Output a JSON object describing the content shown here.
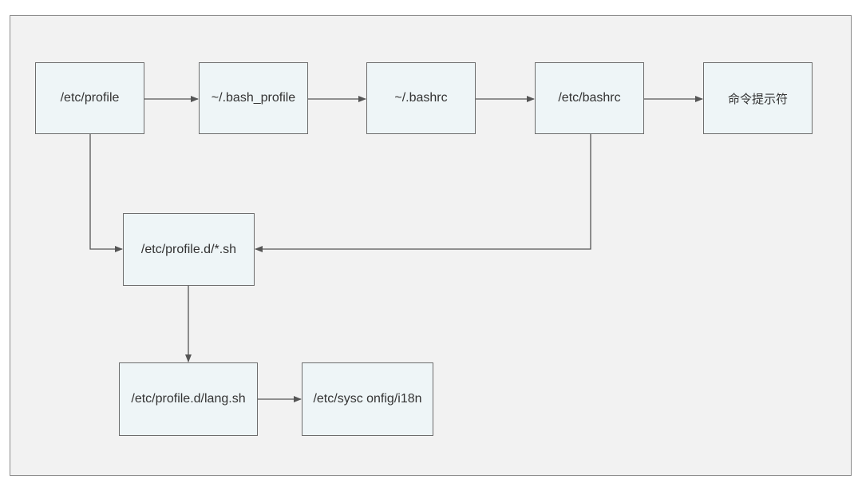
{
  "diagram": {
    "nodes": {
      "etc_profile": "/etc/profile",
      "bash_profile": "~/.bash_profile",
      "user_bashrc": "~/.bashrc",
      "etc_bashrc": "/etc/bashrc",
      "prompt": "命令提示符",
      "profile_d": "/etc/profile.d/*.sh",
      "lang_sh": "/etc/profile.d/lang.sh",
      "i18n": "/etc/sysc onfig/i18n"
    },
    "edges": [
      {
        "from": "etc_profile",
        "to": "bash_profile"
      },
      {
        "from": "bash_profile",
        "to": "user_bashrc"
      },
      {
        "from": "user_bashrc",
        "to": "etc_bashrc"
      },
      {
        "from": "etc_bashrc",
        "to": "prompt"
      },
      {
        "from": "etc_profile",
        "to": "profile_d"
      },
      {
        "from": "etc_bashrc",
        "to": "profile_d"
      },
      {
        "from": "profile_d",
        "to": "lang_sh"
      },
      {
        "from": "lang_sh",
        "to": "i18n"
      }
    ],
    "colors": {
      "node_fill": "#eef5f7",
      "node_border": "#6d6d6d",
      "edge": "#555555",
      "background": "#f2f2f2"
    }
  }
}
